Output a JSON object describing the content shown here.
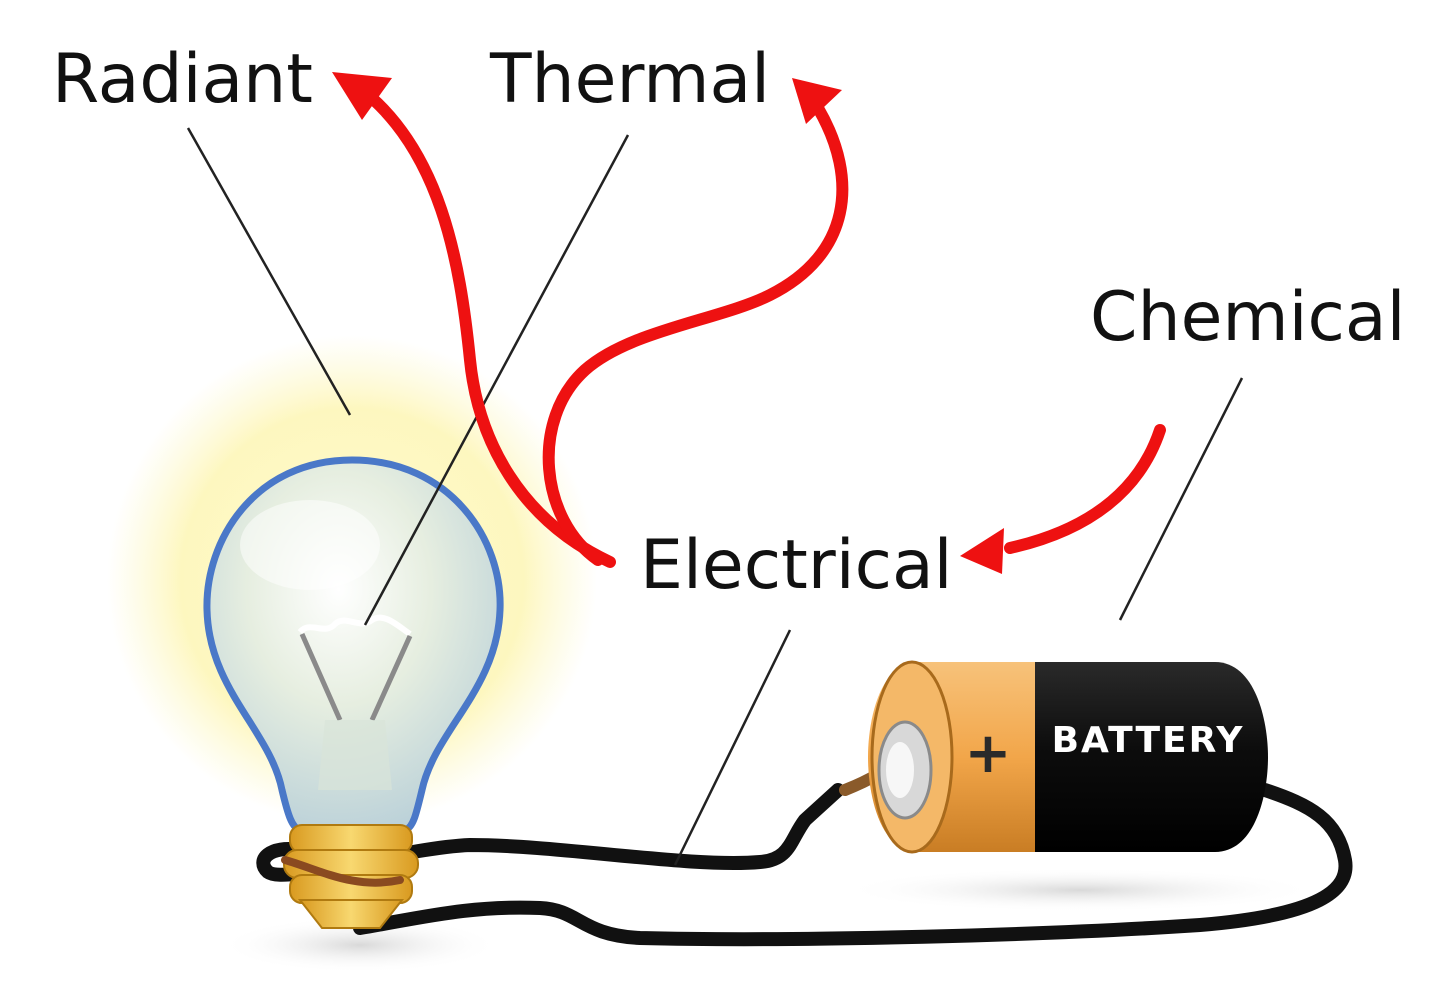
{
  "labels": {
    "radiant": "Radiant",
    "thermal": "Thermal",
    "chemical": "Chemical",
    "electrical": "Electrical"
  },
  "battery": {
    "text": "BATTERY",
    "plus": "+"
  },
  "colors": {
    "arrow": "#ee1111",
    "pointer": "#222222",
    "wire": "#111111",
    "glow": "#fdf9c8",
    "bulb_outline": "#4a78c8",
    "battery_body": "#0d0d0d",
    "battery_cap": "#f2a64a",
    "bulb_base": "#f0c040"
  },
  "icons": [
    "light-bulb-icon",
    "battery-icon"
  ]
}
